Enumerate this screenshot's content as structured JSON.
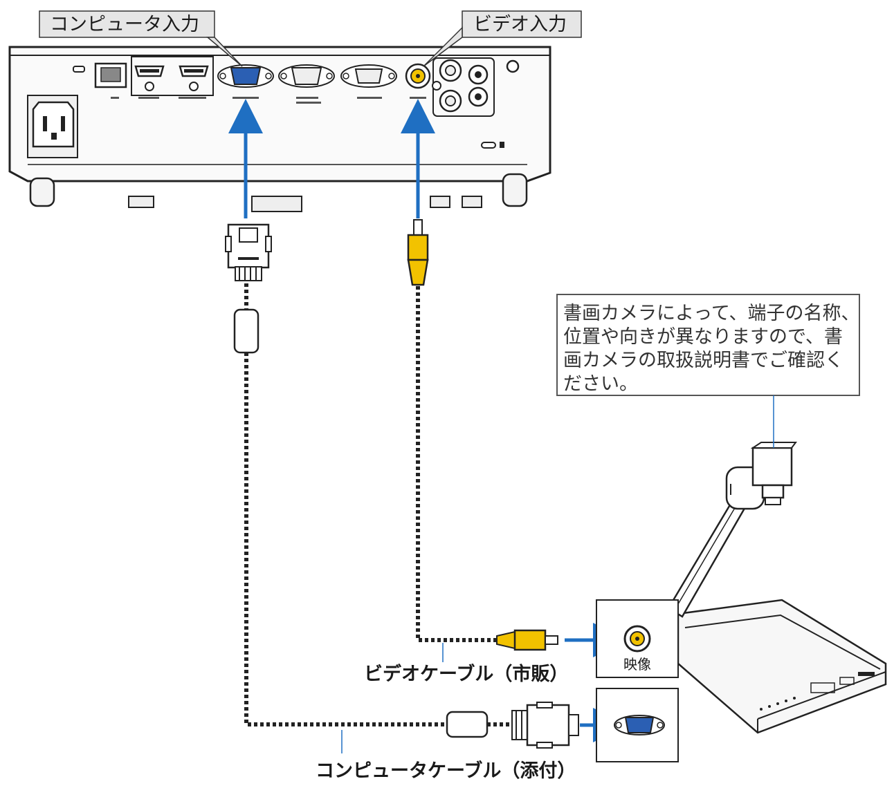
{
  "callouts": {
    "computer_input": "コンピュータ入力",
    "video_input": "ビデオ入力"
  },
  "cables": {
    "video_cable": "ビデオケーブル（市販）",
    "computer_cable": "コンピュータケーブル（添付）"
  },
  "camera_note": {
    "lines": [
      "書画カメラによって、端子の名称、",
      "位置や向きが異なりますので、書",
      "画カメラの取扱説明書でご確認く",
      "ださい。"
    ]
  },
  "camera_ports": {
    "video_label": "映像"
  },
  "colors": {
    "arrow_blue": "#1f6fc2",
    "rca_yellow": "#f2c200",
    "vga_blue": "#2b5fb3",
    "callout_gray": "#e6e6e6"
  }
}
